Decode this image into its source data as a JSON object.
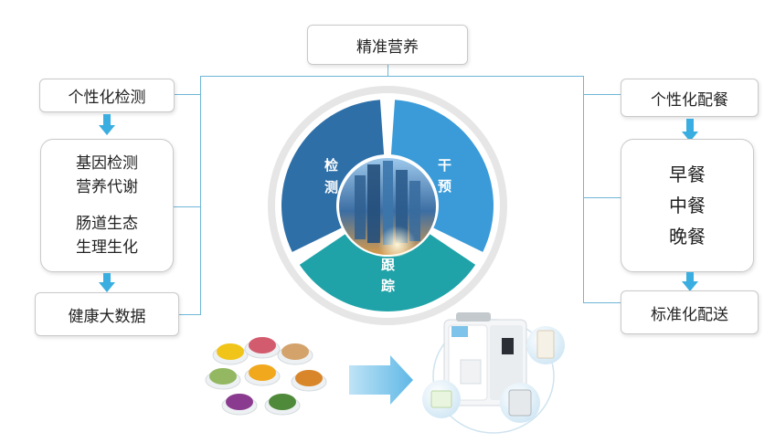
{
  "title": "精准营养",
  "left": {
    "top": "个性化检测",
    "middle_lines_a": [
      "基因检测",
      "营养代谢"
    ],
    "middle_lines_b": [
      "肠道生态",
      "生理生化"
    ],
    "bottom": "健康大数据"
  },
  "right": {
    "top": "个性化配餐",
    "meals": [
      "早餐",
      "中餐",
      "晚餐"
    ],
    "bottom": "标准化配送"
  },
  "cycle": {
    "segments": [
      {
        "label_chars": [
          "检",
          "测"
        ],
        "color": "#2e6fa8"
      },
      {
        "label_chars": [
          "干",
          "预"
        ],
        "color": "#3a9bd8"
      },
      {
        "label_chars": [
          "跟",
          "踪"
        ],
        "color": "#1fa3a8"
      }
    ]
  },
  "powders": [
    {
      "color": "#f0c419"
    },
    {
      "color": "#d35b6e"
    },
    {
      "color": "#d4a36b"
    },
    {
      "color": "#93b861"
    },
    {
      "color": "#f1a81c"
    },
    {
      "color": "#d9862a"
    },
    {
      "color": "#8a3b8f"
    },
    {
      "color": "#4f8a3a"
    }
  ]
}
